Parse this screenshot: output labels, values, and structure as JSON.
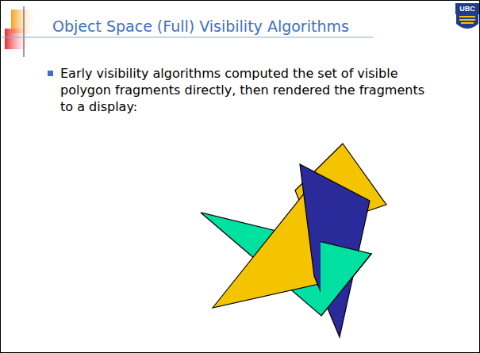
{
  "diagram": {
    "title": "Object Space (Full) Visibility Algorithms",
    "labels": [
      "Early visibility algorithms computed the set of visible polygon fragments directly, then rendered the fragments to a display:",
      "UBC"
    ]
  }
}
